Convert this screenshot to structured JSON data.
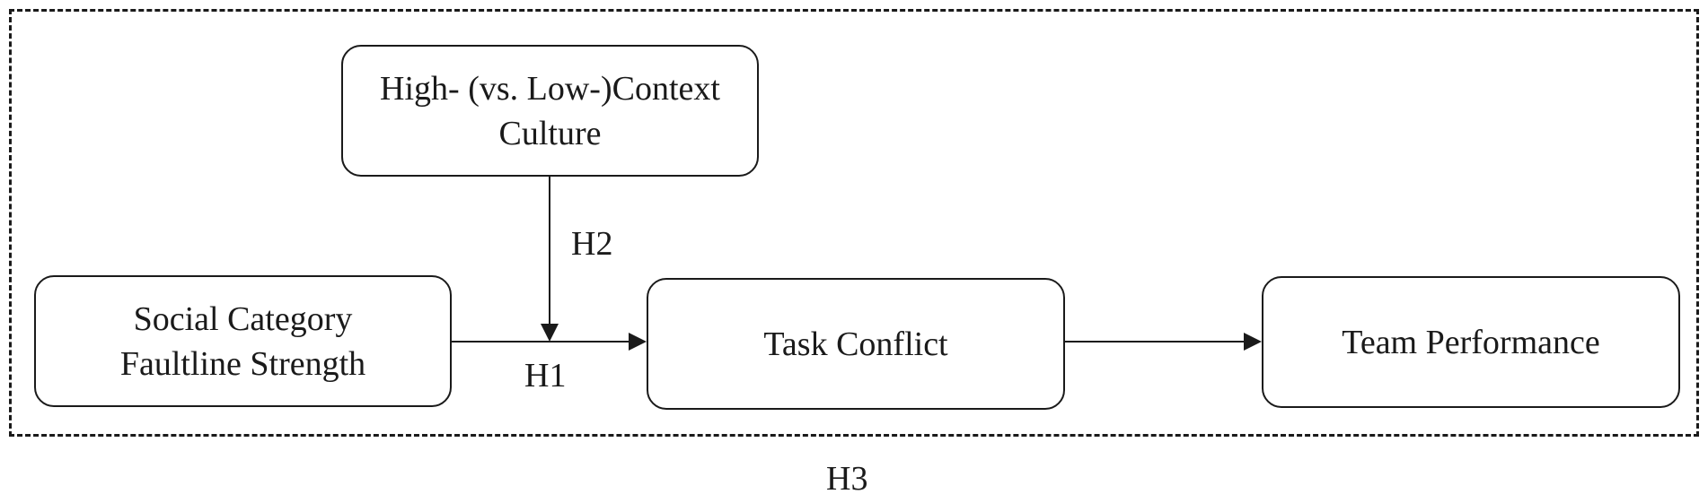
{
  "diagram": {
    "moderator": {
      "line1": "High- (vs. Low-)Context",
      "line2": "Culture"
    },
    "predictor": {
      "line1": "Social Category",
      "line2": "Faultline Strength"
    },
    "mediator": {
      "label": "Task Conflict"
    },
    "outcome": {
      "label": "Team Performance"
    },
    "paths": {
      "h1": "H1",
      "h2": "H2",
      "h3": "H3"
    },
    "colors": {
      "stroke": "#1a1a1a",
      "background": "#ffffff"
    }
  }
}
